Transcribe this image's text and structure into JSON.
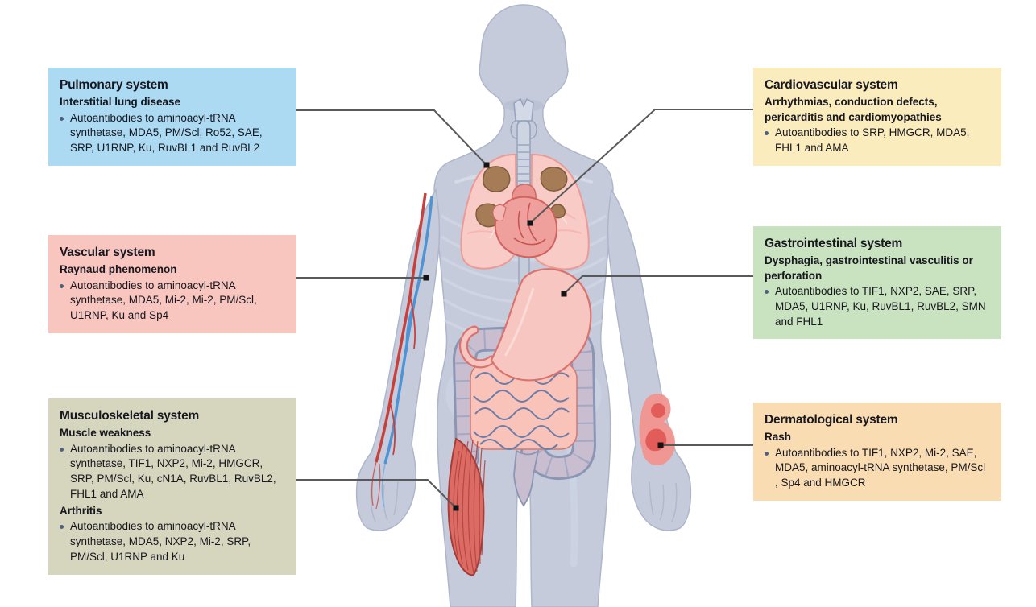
{
  "colors": {
    "background": "#ffffff",
    "bullet": "#50617f",
    "connector": "#595959",
    "body_silhouette": "#c5cbdb",
    "lungs": "#f9cbc6",
    "lung_lesion": "#a57c56",
    "heart": "#efa09c",
    "stomach": "#f8c6c0",
    "large_intestine": "#c9bdd0",
    "small_intestine": "#f9c3ba",
    "muscle": "#db6b63",
    "artery": "#c8403c",
    "vein": "#4e93d4",
    "rash": "#f2938f"
  },
  "boxes": [
    {
      "id": "pulmonary",
      "title": "Pulmonary system",
      "bg": "#abdaf2",
      "sections": [
        {
          "heading": "Interstitial lung disease",
          "bullet": "Autoantibodies to aminoacyl-tRNA synthetase, MDA5, PM/Scl, Ro52, SAE, SRP, U1RNP, Ku, RuvBL1 and RuvBL2"
        }
      ]
    },
    {
      "id": "vascular",
      "title": "Vascular system",
      "bg": "#f8c5bf",
      "sections": [
        {
          "heading": "Raynaud phenomenon",
          "bullet": "Autoantibodies to aminoacyl-tRNA synthetase, MDA5, Mi-2, Mi-2, PM/Scl, U1RNP, Ku and Sp4"
        }
      ]
    },
    {
      "id": "musculoskeletal",
      "title": "Musculoskeletal system",
      "bg": "#d6d5bd",
      "sections": [
        {
          "heading": "Muscle weakness",
          "bullet": "Autoantibodies to aminoacyl-tRNA synthetase, TIF1, NXP2, Mi-2, HMGCR, SRP, PM/Scl, Ku, cN1A, RuvBL1, RuvBL2, FHL1 and AMA"
        },
        {
          "heading": "Arthritis",
          "bullet": "Autoantibodies to aminoacyl-tRNA synthetase, MDA5, NXP2, Mi-2, SRP, PM/Scl, U1RNP and Ku"
        }
      ]
    },
    {
      "id": "cardiovascular",
      "title": "Cardiovascular system",
      "bg": "#faecbd",
      "sections": [
        {
          "heading": "Arrhythmias, conduction defects, pericarditis and cardiomyopathies",
          "bullet": "Autoantibodies to SRP, HMGCR, MDA5, FHL1 and AMA"
        }
      ]
    },
    {
      "id": "gastrointestinal",
      "title": "Gastrointestinal system",
      "bg": "#c9e2bf",
      "sections": [
        {
          "heading": "Dysphagia, gastrointestinal vasculitis or perforation",
          "bullet": "Autoantibodies to TIF1, NXP2, SAE, SRP, MDA5, U1RNP, Ku, RuvBL1, RuvBL2, SMN and FHL1"
        }
      ]
    },
    {
      "id": "dermatological",
      "title": "Dermatological system",
      "bg": "#fadcb3",
      "sections": [
        {
          "heading": "Rash",
          "bullet": "Autoantibodies to TIF1, NXP2, Mi-2, SAE, MDA5, aminoacyl-tRNA synthetase, PM/Scl , Sp4 and HMGCR"
        }
      ]
    }
  ]
}
